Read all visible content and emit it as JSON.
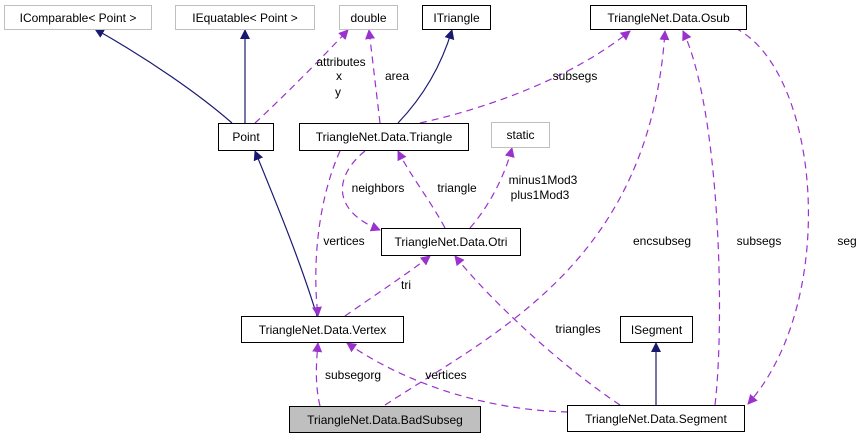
{
  "colors": {
    "inheritance": "#191970",
    "usage": "#9a32cd",
    "current_fill": "#bfbfbf",
    "external_border": "#bfbfbf"
  },
  "nodes": {
    "icomparable": "IComparable< Point >",
    "iequatable": "IEquatable< Point >",
    "double": "double",
    "itriangle": "ITriangle",
    "osub": "TriangleNet.Data.Osub",
    "point": "Point",
    "triangle": "TriangleNet.Data.Triangle",
    "static": "static",
    "otri": "TriangleNet.Data.Otri",
    "vertex": "TriangleNet.Data.Vertex",
    "isegment": "ISegment",
    "badsubseg": "TriangleNet.Data.BadSubseg",
    "segment": "TriangleNet.Data.Segment"
  },
  "edge_labels": {
    "attributes": "attributes",
    "x": "x",
    "y": "y",
    "area": "area",
    "subsegs_triangle": "subsegs",
    "neighbors": "neighbors",
    "triangle": "triangle",
    "minus1mod3": "minus1Mod3",
    "plus1mod3": "plus1Mod3",
    "vertices_triangle": "vertices",
    "encsubseg": "encsubseg",
    "subsegs_segment": "subsegs",
    "seg": "seg",
    "tri": "tri",
    "triangles": "triangles",
    "subsegorg": "subsegorg",
    "vertices_segment": "vertices"
  }
}
